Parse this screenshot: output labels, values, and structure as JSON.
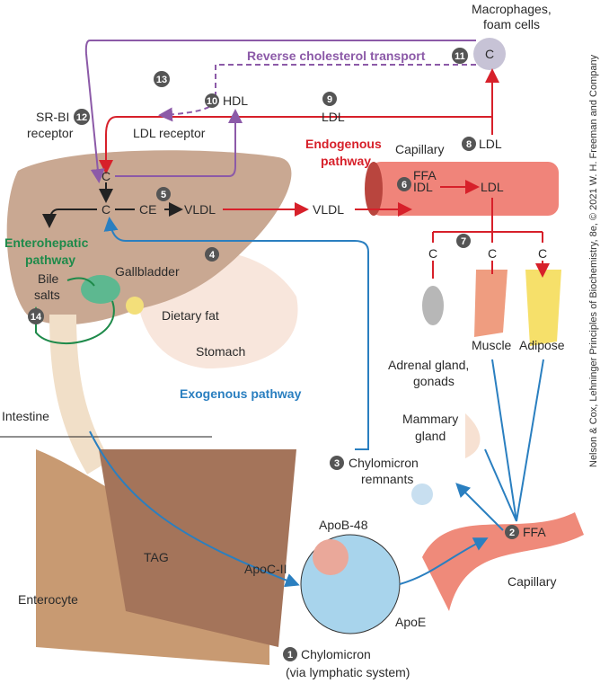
{
  "colors": {
    "endogenous": "#d7202a",
    "reverse": "#8c5aa8",
    "enterohepatic": "#1e8a4a",
    "exogenous": "#2a7fc0",
    "liver": "#c9a892",
    "badge": "#555555"
  },
  "labels": {
    "macrophages1": "Macrophages,",
    "macrophages2": "foam cells",
    "macro_c": "C",
    "reverse": "Reverse cholesterol transport",
    "hdl": "HDL",
    "ldl_top": "LDL",
    "srbi": "SR-BI",
    "receptor": "receptor",
    "ldl_receptor": "LDL receptor",
    "endogenous1": "Endogenous",
    "endogenous2": "pathway",
    "capillary_top": "Capillary",
    "ldl_right": "LDL",
    "ffa_top": "FFA",
    "idl": "IDL",
    "ldl_vessel": "LDL",
    "c1": "C",
    "c2": "C",
    "ce": "CE",
    "vldl_liver": "VLDL",
    "vldl_mid": "VLDL",
    "c_adrenal": "C",
    "c_muscle": "C",
    "c_adipose": "C",
    "enterohepatic1": "Enterohepatic",
    "enterohepatic2": "pathway",
    "bile": "Bile",
    "salts": "salts",
    "gallbladder": "Gallbladder",
    "dietary_fat": "Dietary fat",
    "stomach": "Stomach",
    "adrenal1": "Adrenal gland,",
    "adrenal2": "gonads",
    "muscle": "Muscle",
    "adipose": "Adipose",
    "exogenous": "Exogenous pathway",
    "intestine": "Intestine",
    "mammary1": "Mammary",
    "mammary2": "gland",
    "remnants1": "Chylomicron",
    "remnants2": "remnants",
    "apob48": "ApoB-48",
    "tag": "TAG",
    "apocii": "ApoC-II",
    "enterocyte": "Enterocyte",
    "apoe": "ApoE",
    "ffa_bottom": "FFA",
    "capillary_bottom": "Capillary",
    "chylomicron1": "Chylomicron",
    "chylomicron2": "(via lymphatic system)"
  },
  "badges": [
    "1",
    "2",
    "3",
    "4",
    "5",
    "6",
    "7",
    "8",
    "9",
    "10",
    "11",
    "12",
    "13",
    "14"
  ],
  "credit": "Nelson & Cox, Lehninger Principles of Biochemistry, 8e, © 2021 W. H. Freeman and Company"
}
